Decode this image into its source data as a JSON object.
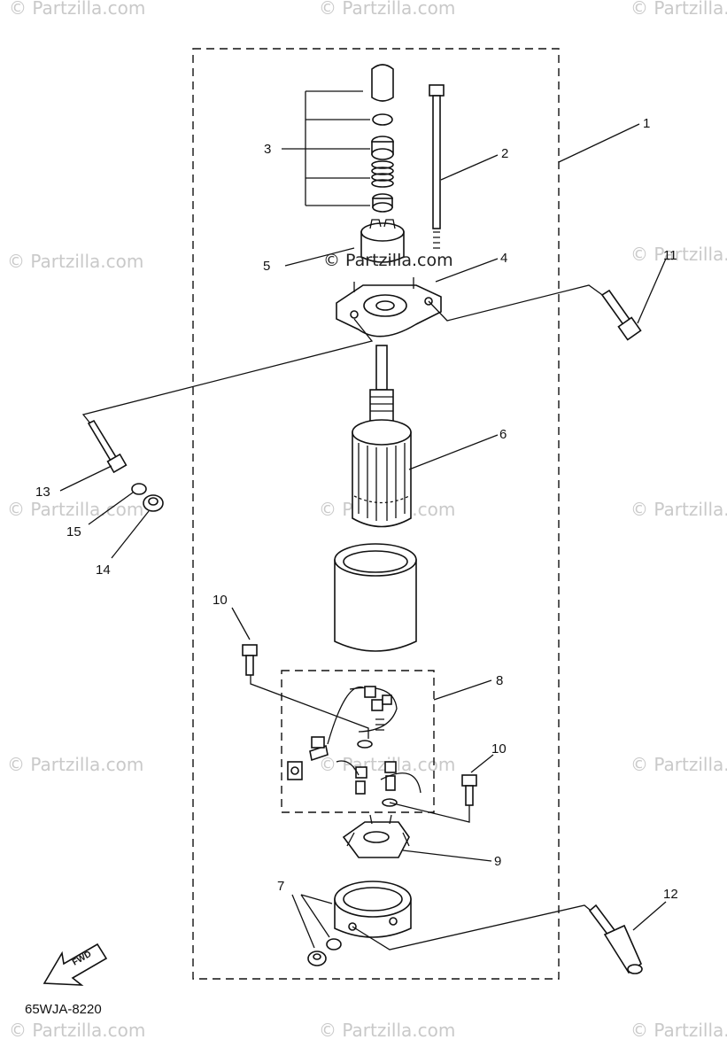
{
  "diagram": {
    "code": "65WJA-8220",
    "fwd_label": "FWD",
    "callouts": {
      "c1": "1",
      "c2": "2",
      "c3": "3",
      "c4": "4",
      "c5": "5",
      "c6": "6",
      "c7": "7",
      "c8": "8",
      "c9": "9",
      "c10a": "10",
      "c10b": "10",
      "c11": "11",
      "c12": "12",
      "c13": "13",
      "c14": "14",
      "c15": "15"
    }
  },
  "watermark": {
    "text": "© Partzilla.com",
    "center_text": "© Partzilla.com"
  }
}
